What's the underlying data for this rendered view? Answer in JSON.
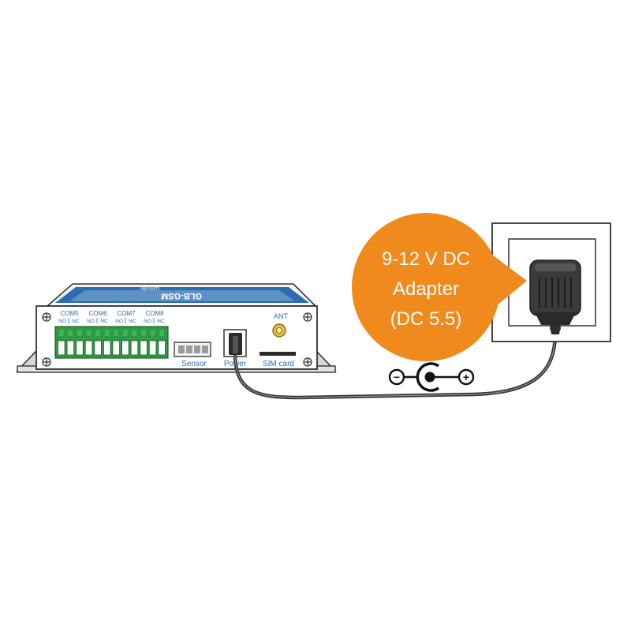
{
  "device": {
    "brand_text": "GLB-GSM",
    "sub_text": "controller",
    "com_labels": [
      "COM5",
      "COM6",
      "COM7",
      "COM8"
    ],
    "no_label": "NO",
    "nc_label": "NC",
    "ant_label": "ANT",
    "sensor_label": "Sensor",
    "power_label": "Power",
    "sim_label": "SIM card"
  },
  "adapter": {
    "line1": "9-12 V DC",
    "line2": "Adapter",
    "line3": "(DC 5.5)"
  },
  "polarity": {
    "minus": "−",
    "plus": "+"
  },
  "colors": {
    "bubble": "#f08a1c",
    "terminal_green": "#2f9a44",
    "device_blue": "#2a6db0",
    "cable": "#3a3a3a",
    "antenna_gold": "#c9a227"
  }
}
